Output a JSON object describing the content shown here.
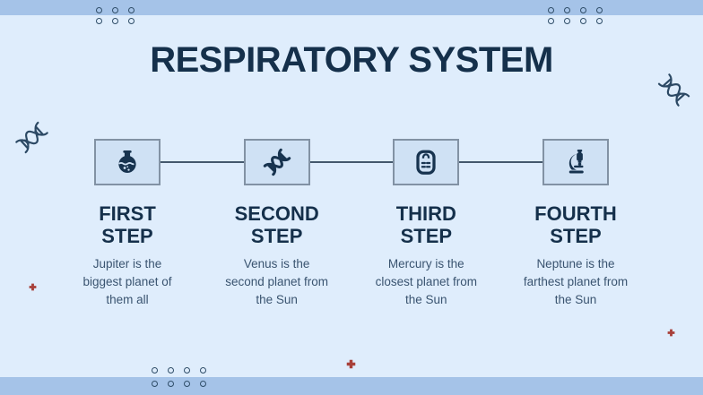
{
  "slide": {
    "title": "RESPIRATORY SYSTEM"
  },
  "steps": [
    {
      "heading_line1": "FIRST",
      "heading_line2": "STEP",
      "description": "Jupiter is the biggest planet of them all",
      "icon": "flask-icon"
    },
    {
      "heading_line1": "SECOND",
      "heading_line2": "STEP",
      "description": "Venus is the second planet from the Sun",
      "icon": "dna-icon"
    },
    {
      "heading_line1": "THIRD",
      "heading_line2": "STEP",
      "description": "Mercury is the closest planet from the Sun",
      "icon": "first-aid-kit-icon"
    },
    {
      "heading_line1": "FOURTH",
      "heading_line2": "STEP",
      "description": "Neptune is the farthest planet from the Sun",
      "icon": "microscope-icon"
    }
  ],
  "decorations": {
    "icons": [
      "dna-icon",
      "plus-icon",
      "dots-pattern"
    ],
    "dots_top_left": {
      "rows": 2,
      "cols": 3
    },
    "dots_top_right": {
      "rows": 2,
      "cols": 4
    },
    "dots_bottom": {
      "rows": 2,
      "cols": 4
    }
  },
  "colors": {
    "background": "#dfedfc",
    "band": "#a5c3e8",
    "box_fill": "#cfe1f4",
    "box_border": "#8292a4",
    "connector_line": "#44586c",
    "heading_text": "#15304b",
    "body_text": "#3a5470",
    "dot_outline": "#2f4d68",
    "accent_red": "#a8403a"
  }
}
